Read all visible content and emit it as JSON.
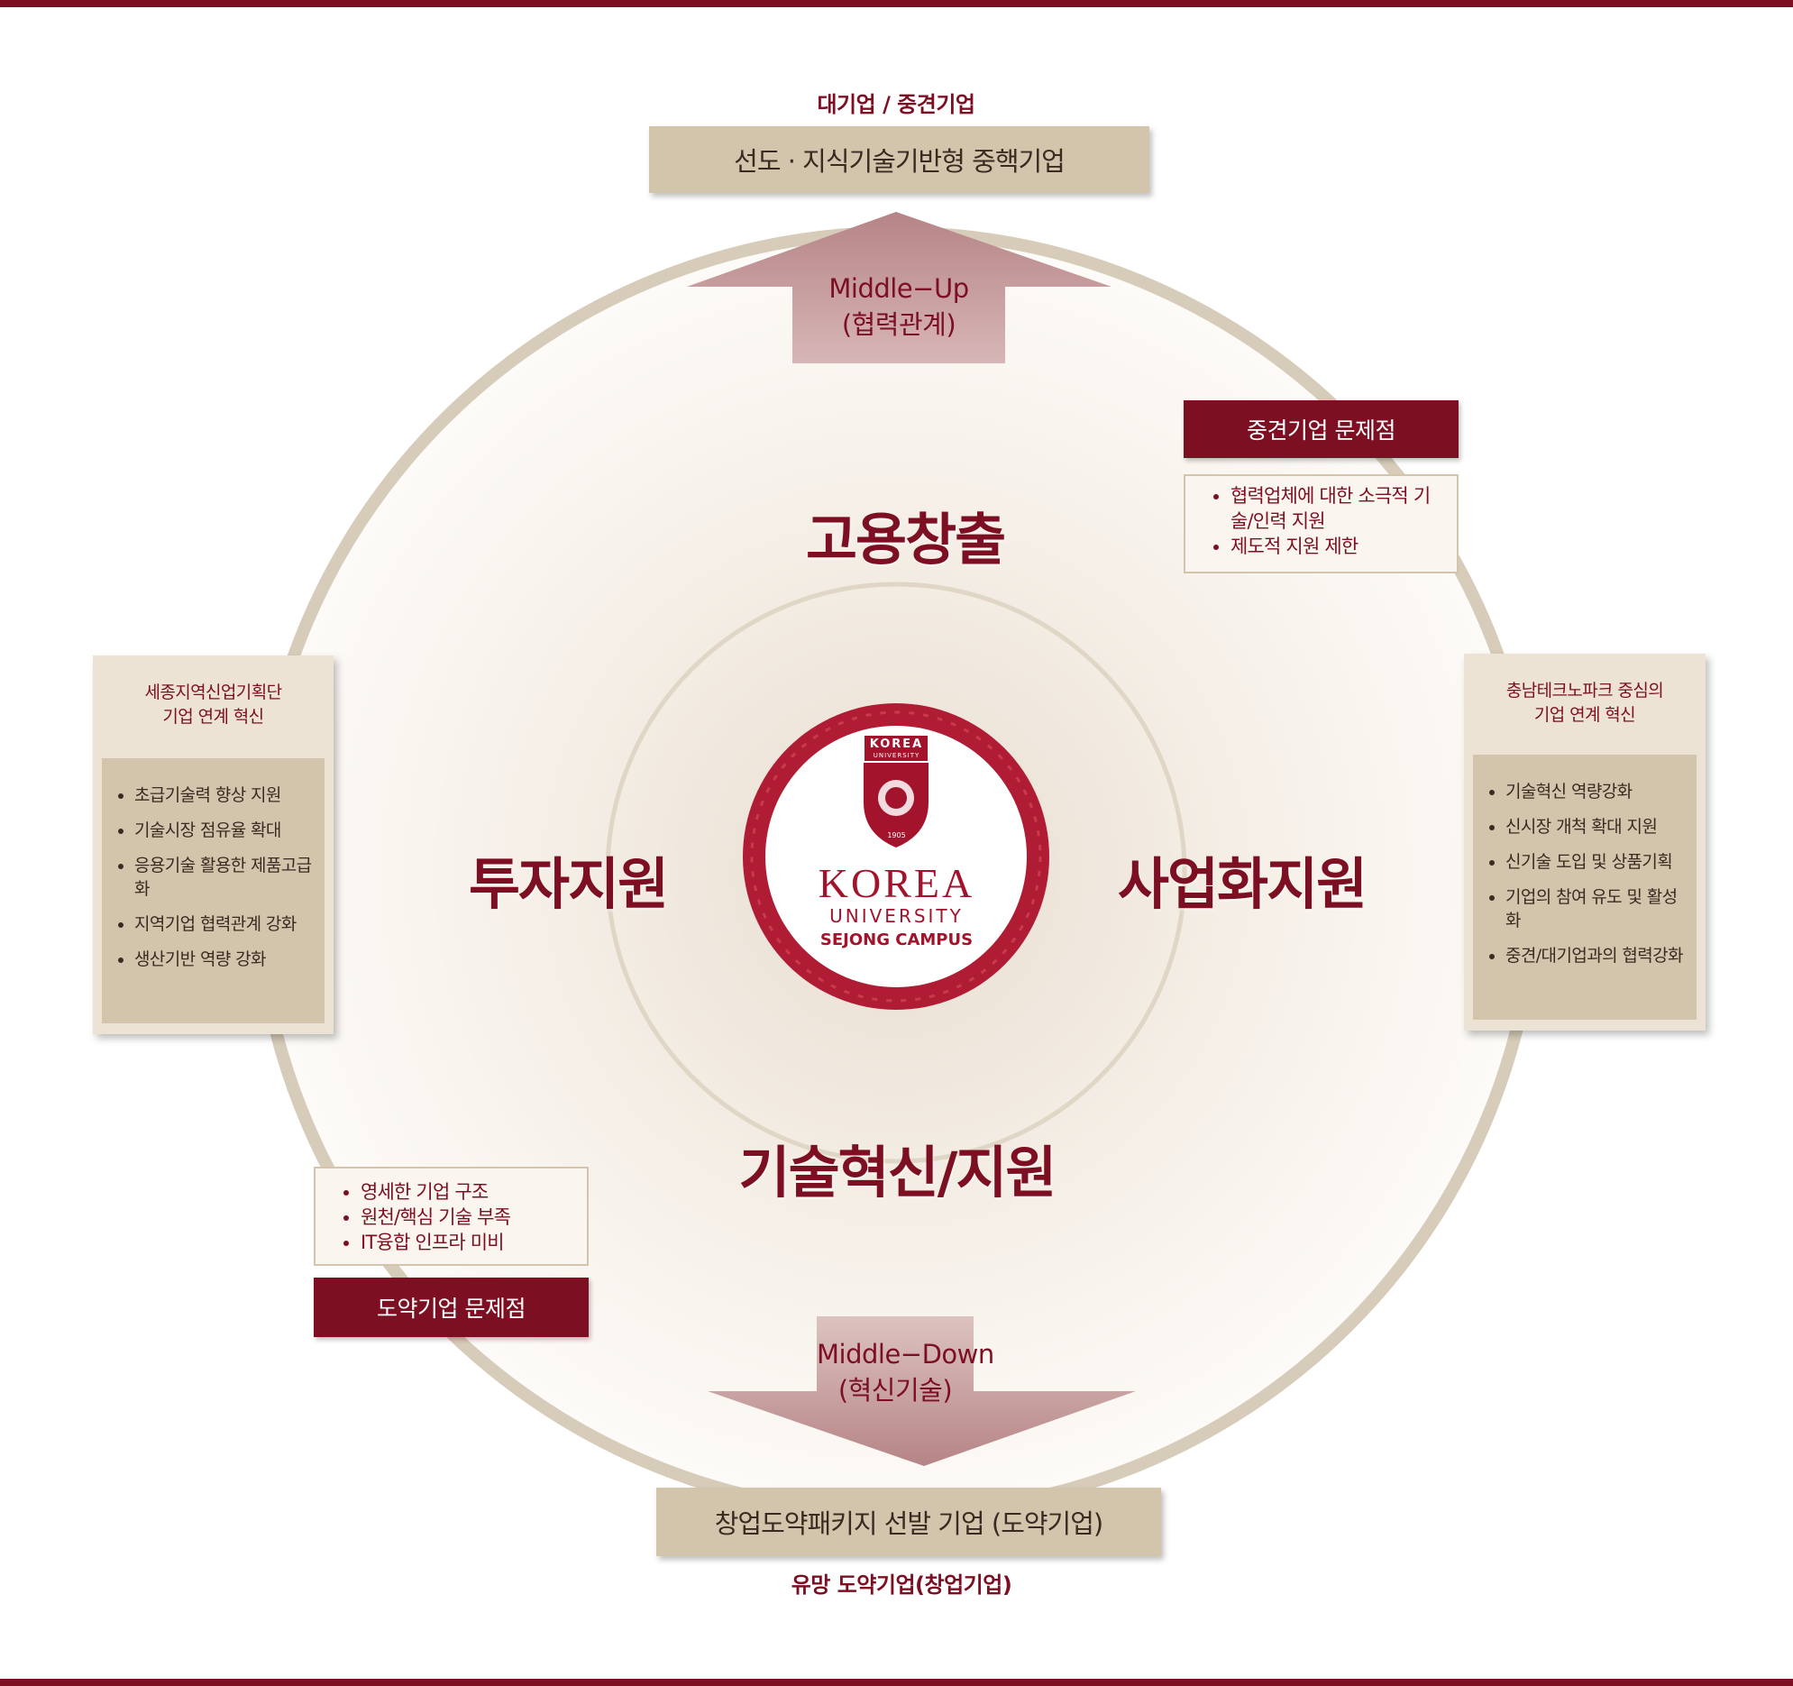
{
  "top": {
    "label": "대기업 / 중견기업",
    "box": "선도 · 지식기술기반형 중핵기업"
  },
  "arrow_up": {
    "line1": "Middle−Up",
    "line2": "(협력관계)"
  },
  "arrow_down": {
    "line1": "Middle−Down",
    "line2": "(혁신기술)"
  },
  "bottom": {
    "box": "창업도약패키지 선발 기업 (도약기업)",
    "label": "유망 도약기업(창업기업)"
  },
  "cycle": {
    "top": "고용창출",
    "left": "투자지원",
    "right": "사업화지원",
    "bottom": "기술혁신/지원"
  },
  "center_logo": {
    "shield_top": "KOREA",
    "shield_sub": "UNIVERSITY",
    "year": "1905",
    "name": "KOREA",
    "sub": "UNIVERSITY",
    "campus": "SEJONG CAMPUS"
  },
  "mid_problems": {
    "title": "중견기업 문제점",
    "items": [
      "협력업체에 대한 소극적 기술/인력 지원",
      "제도적 지원 제한"
    ]
  },
  "startup_problems": {
    "title": "도약기업 문제점",
    "items": [
      "영세한 기업 구조",
      "원천/핵심 기술 부족",
      "IT융합 인프라 미비"
    ]
  },
  "left_card": {
    "title_line1": "세종지역신업기획단",
    "title_line2": "기업 연계 혁신",
    "items": [
      "초급기술력 향상 지원",
      "기술시장 점유율 확대",
      "응용기술 활용한 제품고급화",
      "지역기업 협력관계 강화",
      "생산기반 역량 강화"
    ]
  },
  "right_card": {
    "title_line1": "충남테크노파크 중심의",
    "title_line2": "기업 연계 혁신",
    "items": [
      "기술혁신 역량강화",
      "신시장 개척 확대 지원",
      "신기술 도입 및 상품기획",
      "기업의 참여 유도 및 활성화",
      "중견/대기업과의 협력강화"
    ]
  },
  "colors": {
    "accent": "#7d0f22",
    "tan": "#d3c5ac",
    "ring": "#d7ccb9",
    "logo_red": "#a3132c"
  }
}
